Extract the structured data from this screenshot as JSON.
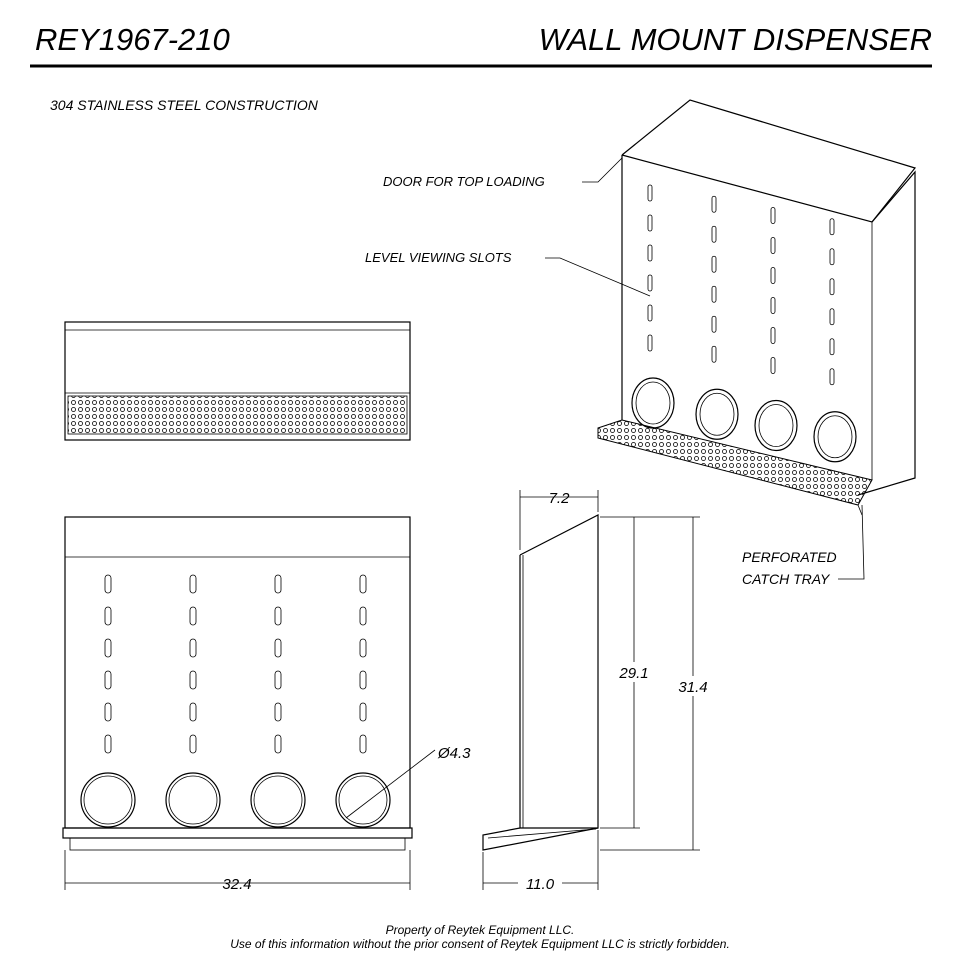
{
  "header": {
    "part_number": "REY1967-210",
    "title": "WALL MOUNT DISPENSER"
  },
  "material_note": "304 STAINLESS STEEL CONSTRUCTION",
  "callouts": {
    "door": "DOOR FOR TOP LOADING",
    "slots": "LEVEL VIEWING SLOTS",
    "tray_line1": "PERFORATED",
    "tray_line2": "CATCH TRAY"
  },
  "dimensions": {
    "width": "32.4",
    "depth_top": "7.2",
    "height_inner": "29.1",
    "height_total": "31.4",
    "depth_bottom": "11.0",
    "outlet_diameter": "Ø4.3"
  },
  "footer": {
    "line1": "Property of Reytek Equipment LLC.",
    "line2": "Use of this information without the prior consent of Reytek Equipment LLC is strictly forbidden."
  }
}
